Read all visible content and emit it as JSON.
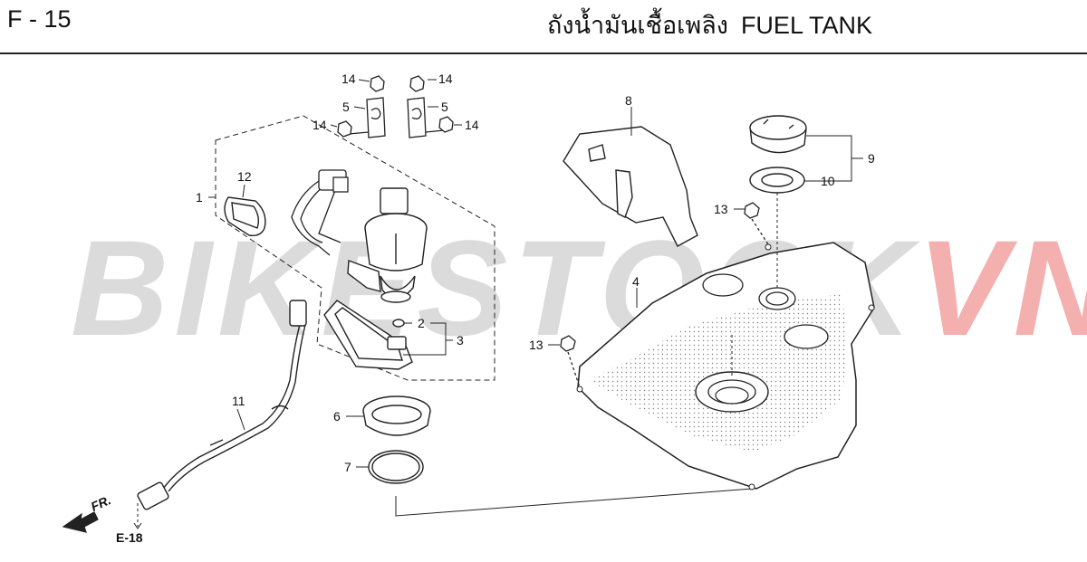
{
  "header": {
    "page_code": "F - 15",
    "title_thai": "ถังน้ำมันเชื้อเพลิง",
    "title_en": "FUEL TANK"
  },
  "watermark": {
    "main": "BIKESTOCK",
    "suffix": "VN"
  },
  "callouts": {
    "c1": "1",
    "c2": "2",
    "c3": "3",
    "c4": "4",
    "c5a": "5",
    "c5b": "5",
    "c6": "6",
    "c7": "7",
    "c8": "8",
    "c9": "9",
    "c10": "10",
    "c11": "11",
    "c12": "12",
    "c13a": "13",
    "c13b": "13",
    "c14a": "14",
    "c14b": "14",
    "c14c": "14",
    "c14d": "14"
  },
  "references": {
    "direction": "FR.",
    "ref_page": "E-18"
  },
  "colors": {
    "watermark_red": "#eb6e6e",
    "watermark_gray": "#bebebe",
    "line": "#111111"
  }
}
